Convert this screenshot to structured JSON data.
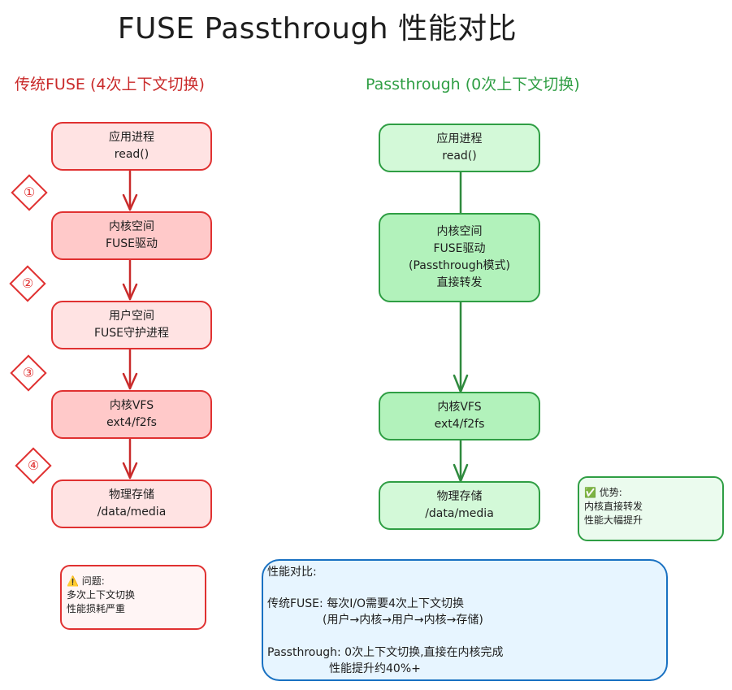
{
  "title": "FUSE Passthrough 性能对比",
  "left": {
    "heading": "传统FUSE (4次上下文切换)",
    "boxes": [
      {
        "line1": "应用进程",
        "line2": "read()"
      },
      {
        "line1": "内核空间",
        "line2": "FUSE驱动"
      },
      {
        "line1": "用户空间",
        "line2": "FUSE守护进程"
      },
      {
        "line1": "内核VFS",
        "line2": "ext4/f2fs"
      },
      {
        "line1": "物理存储",
        "line2": "/data/media"
      }
    ],
    "steps": [
      "①",
      "②",
      "③",
      "④"
    ],
    "note": {
      "icon": "⚠️",
      "line1": "问题:",
      "line2": "多次上下文切换",
      "line3": "性能损耗严重"
    }
  },
  "right": {
    "heading": "Passthrough (0次上下文切换)",
    "boxes": [
      {
        "line1": "应用进程",
        "line2": "read()"
      },
      {
        "line1": "内核空间",
        "line2": "FUSE驱动",
        "line3": "(Passthrough模式)",
        "line4": "直接转发"
      },
      {
        "line1": "内核VFS",
        "line2": "ext4/f2fs"
      },
      {
        "line1": "物理存储",
        "line2": "/data/media"
      }
    ],
    "note": {
      "icon": "✅",
      "line1": "优势:",
      "line2": "内核直接转发",
      "line3": "性能大幅提升"
    }
  },
  "comparison": {
    "line1": "性能对比:",
    "line2": "传统FUSE: 每次I/O需要4次上下文切换",
    "line3": "(用户→内核→用户→内核→存储)",
    "line4": "Passthrough: 0次上下文切换,直接在内核完成",
    "line5": "性能提升约40%+"
  },
  "colors": {
    "red_stroke": "#e03131",
    "red_fill": "#ffe3e3",
    "red_fill_dark": "#ffc9c9",
    "green_stroke": "#2f9e44",
    "green_fill": "#d3f9d8",
    "green_fill_dark": "#b2f2bb",
    "blue_stroke": "#1971c2",
    "blue_fill": "#e7f5ff"
  }
}
